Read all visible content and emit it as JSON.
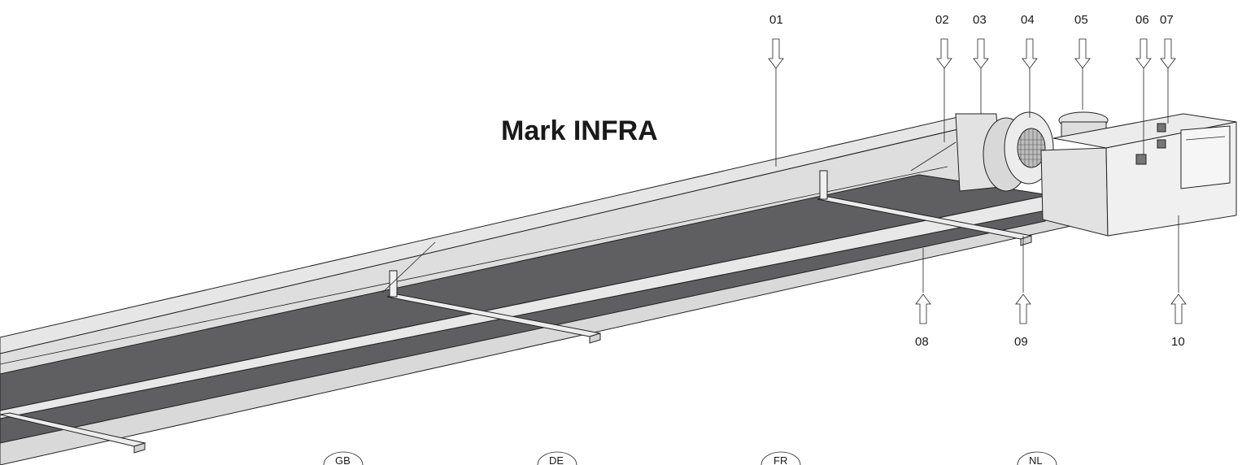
{
  "title": "Mark INFRA",
  "callouts": {
    "c01": "01",
    "c02": "02",
    "c03": "03",
    "c04": "04",
    "c05": "05",
    "c06": "06",
    "c07": "07",
    "c08": "08",
    "c09": "09",
    "c10": "10"
  },
  "languages": {
    "gb": "GB",
    "de": "DE",
    "fr": "FR",
    "nl": "NL"
  },
  "colors": {
    "panel": "#5f5f61",
    "housing": "#e3e3e3",
    "outline": "#222222"
  }
}
